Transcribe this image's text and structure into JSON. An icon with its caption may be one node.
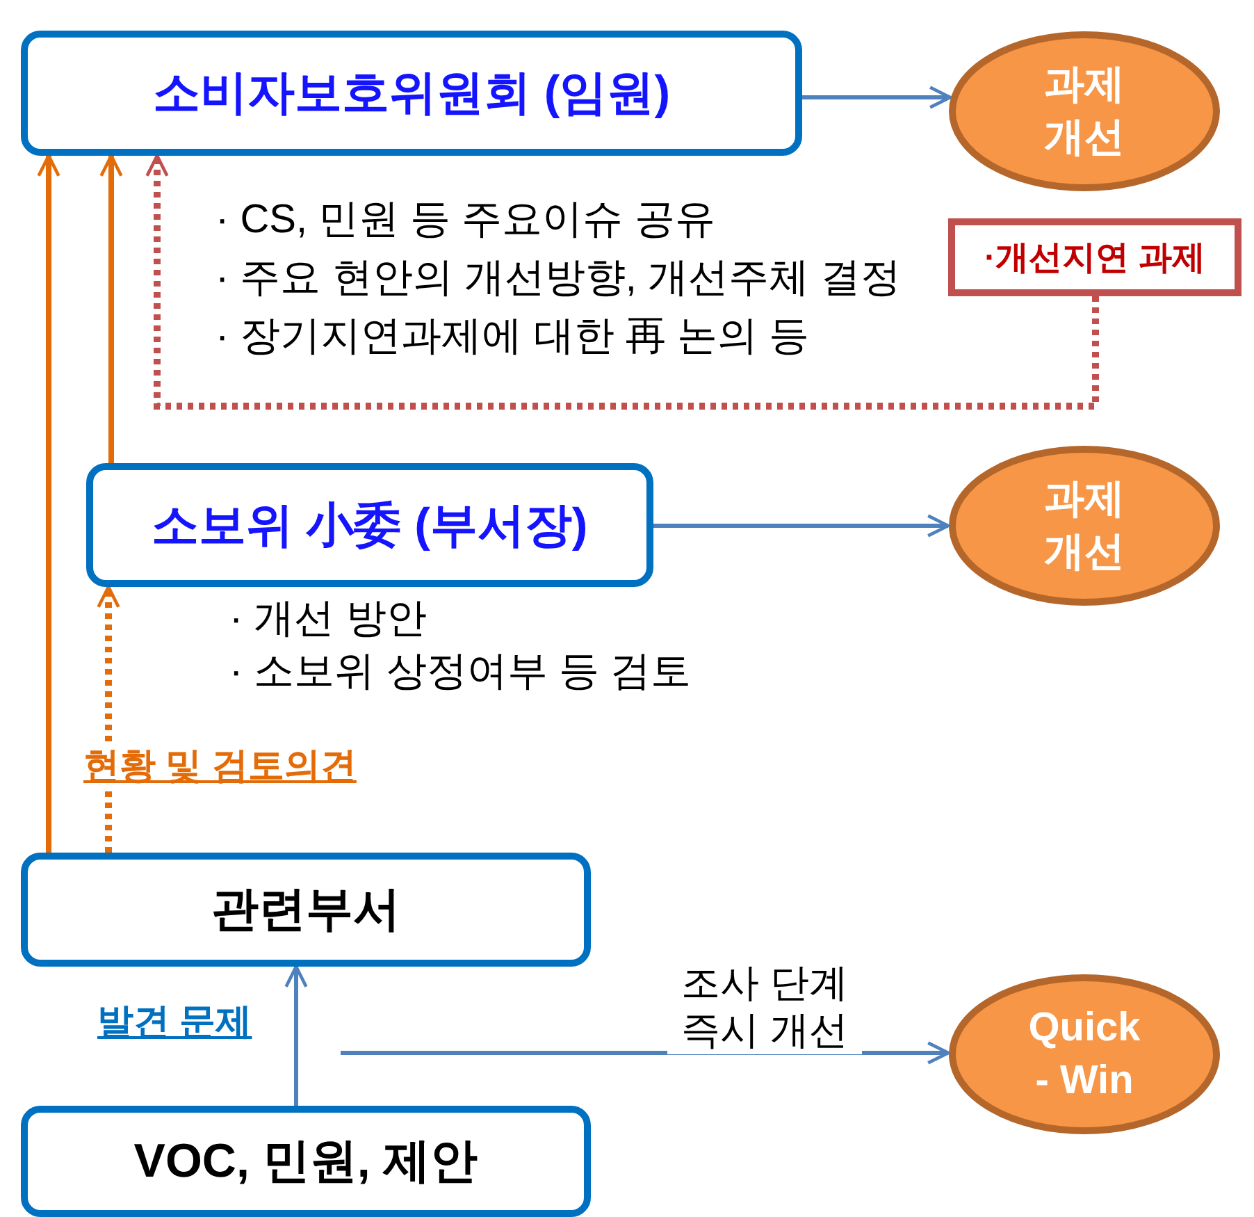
{
  "diagram": {
    "nodes": [
      {
        "text": [
          "소비자보호위원회 (임원)"
        ]
      },
      {
        "text": [
          "과제 개선"
        ]
      },
      {
        "text": [
          "·개선지연 과제"
        ]
      },
      {
        "text": [
          "소보위 小委 (부서장)"
        ]
      },
      {
        "text": [
          "과제 개선"
        ]
      },
      {
        "text": [
          "관련부서"
        ]
      },
      {
        "text": [
          "VOC, 민원, 제안"
        ]
      },
      {
        "text": [
          "Quick - Win"
        ]
      }
    ],
    "edges": [
      {
        "from": 0,
        "to": 1,
        "arrow": "to"
      },
      {
        "from": 2,
        "to": 0,
        "arrow": "to",
        "style": "dashed",
        "color": "#c0504d"
      },
      {
        "from": 3,
        "to": 4,
        "arrow": "to"
      },
      {
        "from": 5,
        "to": 0,
        "arrow": "to",
        "color": "#e36c09"
      },
      {
        "from": 3,
        "to": 0,
        "arrow": "to",
        "color": "#e36c09"
      },
      {
        "from": 5,
        "to": 3,
        "arrow": "to",
        "style": "dashed",
        "color": "#e36c09",
        "label": "현황 및 검토의견"
      },
      {
        "from": 6,
        "to": 5,
        "arrow": "to",
        "label": "발견 문제"
      },
      {
        "from": null,
        "to": 7,
        "arrow": "to",
        "label": "조사 단계 즉시 개선"
      }
    ],
    "labels": [
      "· CS, 민원 등 주요이슈 공유",
      "· 주요 현안의 개선방향, 개선주체 결정",
      "· 장기지연과제에 대한 再 논의 등",
      "· 개선 방안",
      "· 소보위 상정여부 등 검토"
    ]
  }
}
